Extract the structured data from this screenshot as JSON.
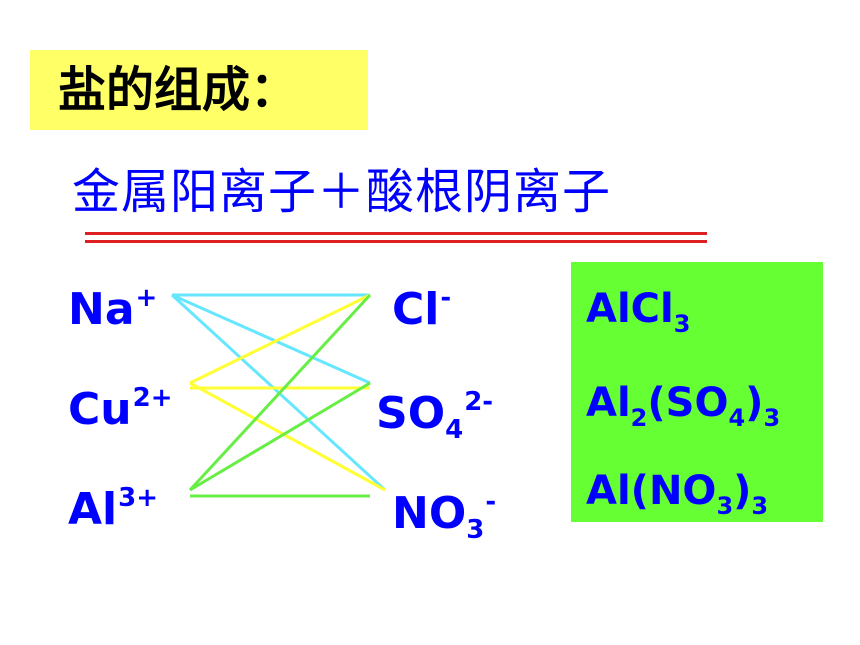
{
  "title": "盐的组成：",
  "formula": "金属阳离子＋酸根阴离子",
  "cations": [
    {
      "base": "Na",
      "sup": "+"
    },
    {
      "base": "Cu",
      "sup": "2+"
    },
    {
      "base": "Al",
      "sup": "3+"
    }
  ],
  "anions": [
    {
      "base": "Cl",
      "sub": "",
      "sup": "-"
    },
    {
      "base": "SO",
      "sub": "4",
      "sup": "2-"
    },
    {
      "base": "NO",
      "sub": "3",
      "sup": "-"
    }
  ],
  "salts": [
    {
      "p1": "AlCl",
      "s1": "3",
      "p2": "",
      "s2": "",
      "p3": "",
      "s3": "",
      "p4": ""
    },
    {
      "p1": "Al",
      "s1": "2",
      "p2": "(SO",
      "s2": "4",
      "p3": ")",
      "s3": "3",
      "p4": ""
    },
    {
      "p1": "Al(NO",
      "s1": "3",
      "p2": ")",
      "s2": "3",
      "p3": "",
      "s3": "",
      "p4": ""
    }
  ],
  "line_colors": {
    "Na": "#66e6ff",
    "Cu": "#ffff33",
    "Al": "#66ee44"
  },
  "connections": [
    {
      "cation": 0,
      "anion": 0,
      "color_key": "Na"
    },
    {
      "cation": 0,
      "anion": 1,
      "color_key": "Na"
    },
    {
      "cation": 0,
      "anion": 2,
      "color_key": "Na"
    },
    {
      "cation": 1,
      "anion": 0,
      "color_key": "Cu"
    },
    {
      "cation": 1,
      "anion": 1,
      "color_key": "Cu"
    },
    {
      "cation": 1,
      "anion": 2,
      "color_key": "Cu"
    },
    {
      "cation": 2,
      "anion": 0,
      "color_key": "Al"
    },
    {
      "cation": 2,
      "anion": 1,
      "color_key": "Al"
    },
    {
      "cation": 2,
      "anion": 2,
      "color_key": "Al"
    }
  ]
}
